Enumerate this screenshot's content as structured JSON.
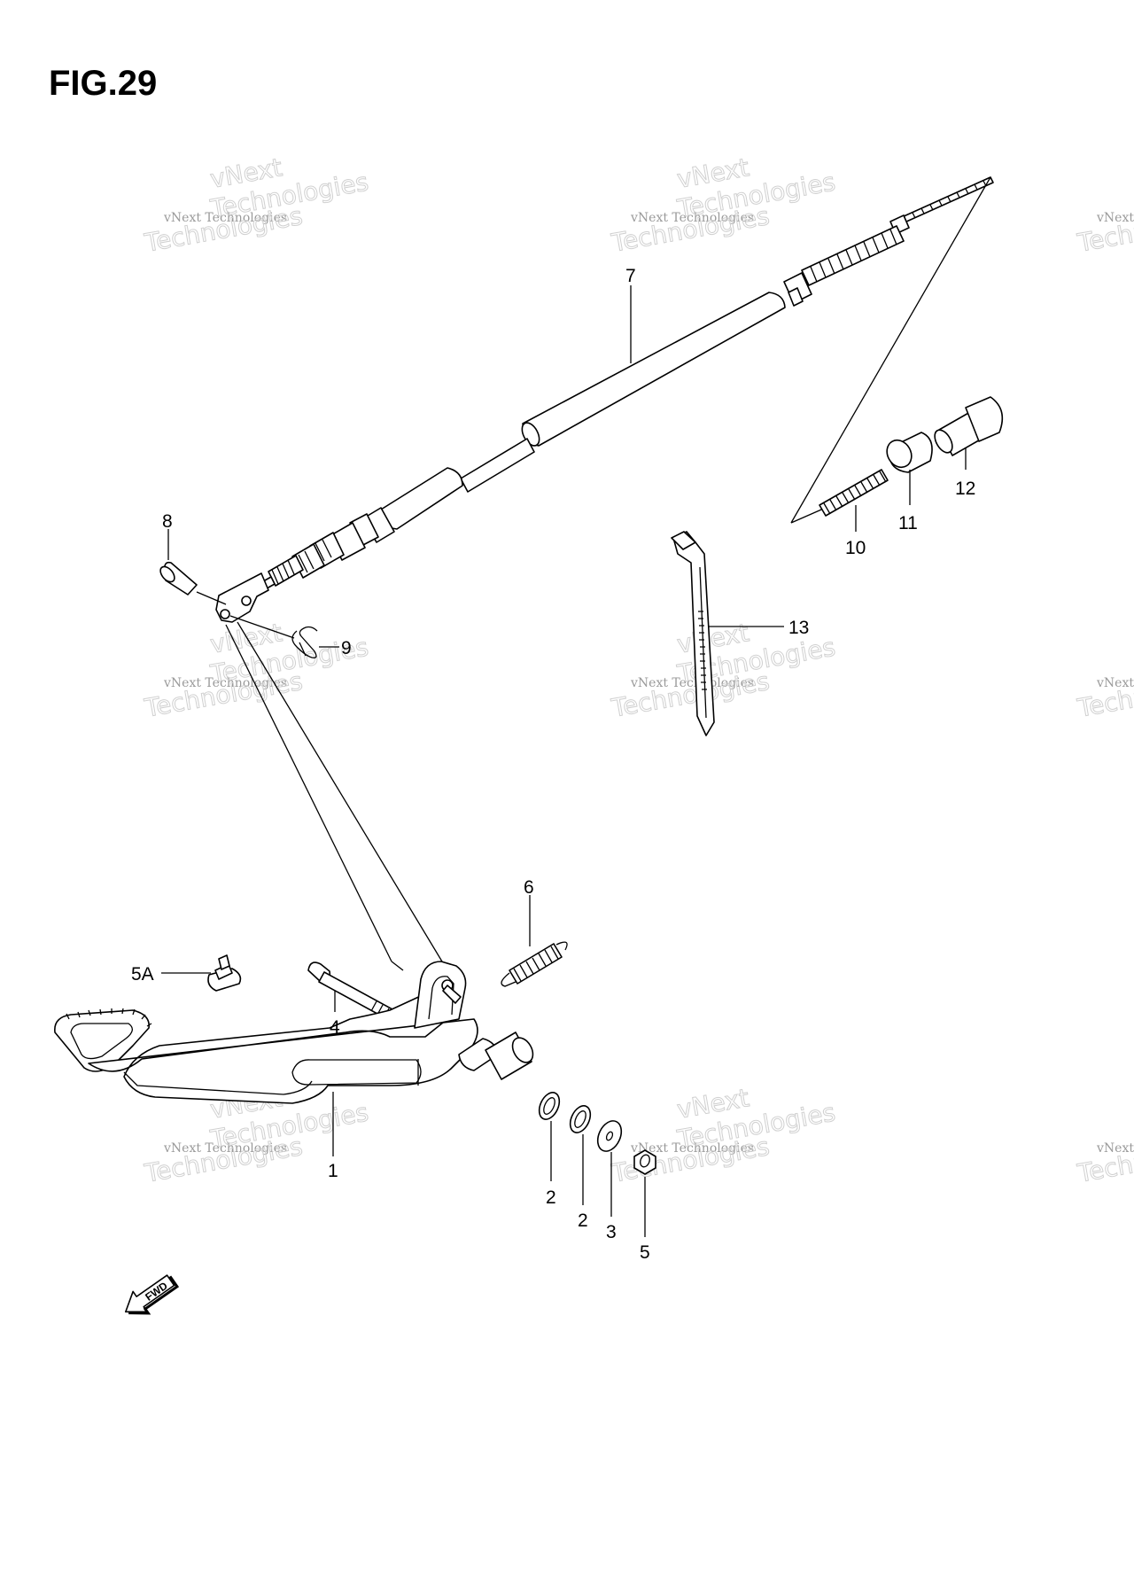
{
  "figure": {
    "title": "FIG.29"
  },
  "watermark": {
    "line1": "vNext Technologies",
    "line2": "Technologies",
    "line3": "vNext"
  },
  "callouts": [
    {
      "id": "c1",
      "label": "1"
    },
    {
      "id": "c2a",
      "label": "2"
    },
    {
      "id": "c2b",
      "label": "2"
    },
    {
      "id": "c3",
      "label": "3"
    },
    {
      "id": "c4",
      "label": "4"
    },
    {
      "id": "c5",
      "label": "5"
    },
    {
      "id": "c5a",
      "label": "5A"
    },
    {
      "id": "c6",
      "label": "6"
    },
    {
      "id": "c7",
      "label": "7"
    },
    {
      "id": "c8",
      "label": "8"
    },
    {
      "id": "c9",
      "label": "9"
    },
    {
      "id": "c10",
      "label": "10"
    },
    {
      "id": "c11",
      "label": "11"
    },
    {
      "id": "c12",
      "label": "12"
    },
    {
      "id": "c13",
      "label": "13"
    }
  ],
  "direction_badge": {
    "text": "FWD"
  }
}
